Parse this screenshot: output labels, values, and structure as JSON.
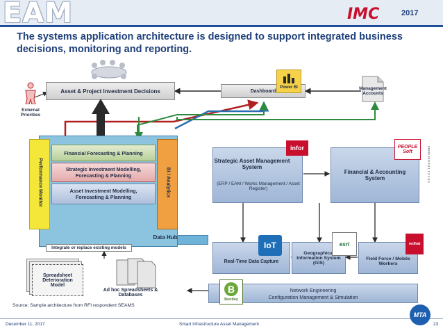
{
  "header": {
    "brand_left": "EAM",
    "brand_right": "IMC",
    "brand_right_year": "2017"
  },
  "headline": "The systems application architecture is designed to support integrated business decisions, monitoring and reporting.",
  "diagram": {
    "asset_project_decisions": "Asset & Project Investment Decisions",
    "external_priorities": "External Priorities",
    "dashboard": "Dashboard",
    "power_bi": "Power BI",
    "management_accounts": "Management Accounts",
    "performance_monitor": "Performance Monitor",
    "financial_forecasting": "Financial Forecasting & Planning",
    "strategic_investment": "Strategic Investment Modelling, Forecasting & Planning",
    "asset_investment": "Asset Investment Modelling, Forecasting & Planning",
    "bi_analytics": "BI / Analytics",
    "data_hub": "Data Hub",
    "integrate_replace": "Integrate or replace existing models",
    "strategic_asset_title": "Strategic Asset Management System",
    "strategic_asset_sub": "(ERP / EAM / Works Management / Asset Register)",
    "infor": "infor",
    "financial_accounting": "Financial & Accounting System",
    "people_soft": "PEOPLE Soft",
    "realtime": "Real-Time Data Capture",
    "iot": "IoT",
    "gis": "Geographical Information System (GIS)",
    "esri": "esri",
    "field_force": "Field Force / Mobile Workers",
    "red_hat": "redhat",
    "network_eng_line1": "Network Engineering",
    "network_eng_line2": "Configuration Management & Simulation",
    "bentley": "Bentley",
    "spreadsheet_model": "Spreadsheet Deterioration Model",
    "adhoc": "Ad hoc Spreadsheets & Databases",
    "source": "Source: Sample architecture from RFI respondent SEAMS",
    "side_note": "FR#SI 23 8 3 0 1 7 2 1 6 6"
  },
  "footer": {
    "date": "December 11, 2017",
    "center": "Smart Infrastructure Asset Management",
    "page": "23",
    "logo": "MTA"
  },
  "colors": {
    "navy": "#1f3f7a",
    "green_arrow": "#2e8b3e",
    "red_arrow": "#b02020",
    "blue_arrow": "#2a6fb0",
    "data_hub": "#6fb3d8",
    "orange": "#f0a040",
    "yellow": "#f5e63a"
  }
}
